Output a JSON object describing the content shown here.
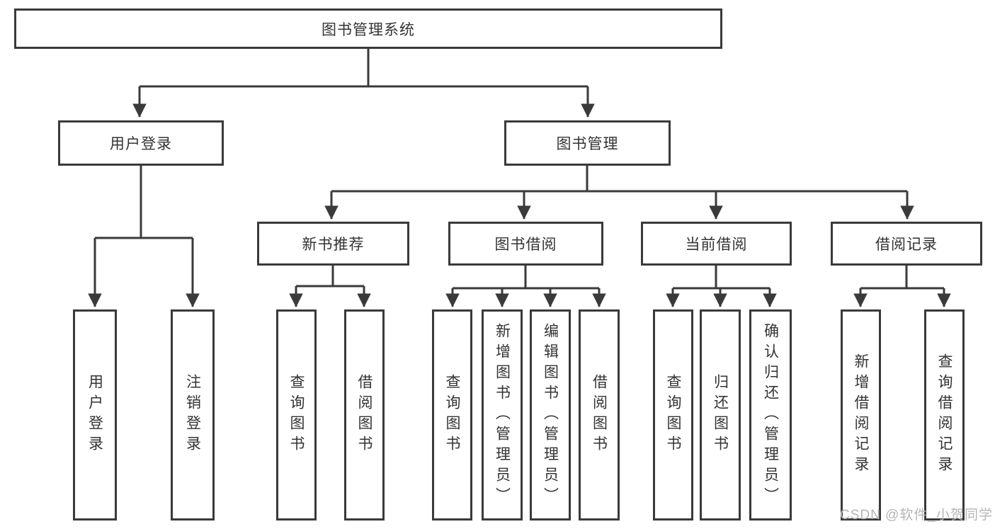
{
  "diagram": {
    "root": {
      "label": "图书管理系统",
      "children": [
        {
          "label": "用户登录",
          "children": [
            {
              "label": "用户登录"
            },
            {
              "label": "注销登录"
            }
          ]
        },
        {
          "label": "图书管理",
          "children": [
            {
              "label": "新书推荐",
              "children": [
                {
                  "label": "查询图书"
                },
                {
                  "label": "借阅图书"
                }
              ]
            },
            {
              "label": "图书借阅",
              "children": [
                {
                  "label": "查询图书"
                },
                {
                  "label": "新增图书（管理员）"
                },
                {
                  "label": "编辑图书（管理员）"
                },
                {
                  "label": "借阅图书"
                }
              ]
            },
            {
              "label": "当前借阅",
              "children": [
                {
                  "label": "查询图书"
                },
                {
                  "label": "归还图书"
                },
                {
                  "label": "确认归还（管理员）"
                }
              ]
            },
            {
              "label": "借阅记录",
              "children": [
                {
                  "label": "新增借阅记录"
                },
                {
                  "label": "查询借阅记录"
                }
              ]
            }
          ]
        }
      ]
    }
  },
  "watermark": {
    "text": "CSDN @软件_小贺同学"
  },
  "colors": {
    "line": "#3a3a3a",
    "text": "#333333",
    "box_background": "#ffffff",
    "watermark": "#b5b5b5"
  }
}
